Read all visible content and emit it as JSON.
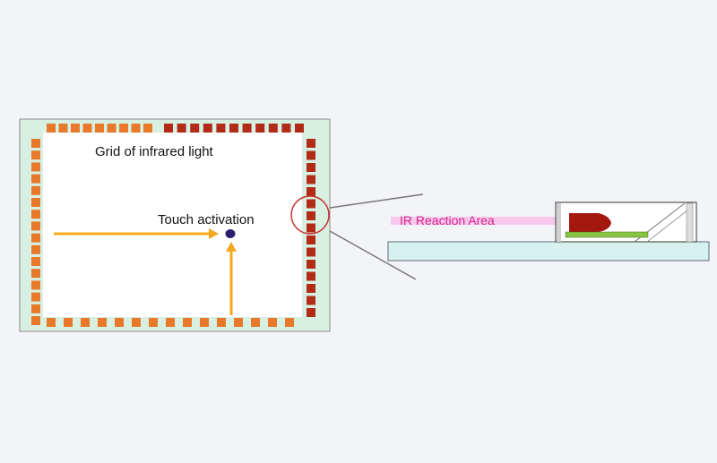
{
  "labels": {
    "grid": "Grid of infrared light",
    "touch": "Touch activation",
    "ir_area": "IR Reaction Area"
  },
  "colors": {
    "background": "#f3f4f8",
    "panel_frame": "#d8f0e2",
    "panel_inner": "#ffffff",
    "emitter": "#e8792a",
    "receiver": "#b22b17",
    "beam_arrow": "#f4a81d",
    "touch_point": "#2a1f6b",
    "callout_circle": "#c8302c",
    "ir_band": "#f6c8ec",
    "ir_text": "#d6268a",
    "glass": "#d7f1ef",
    "led": "#a5180f",
    "pcb": "#86c441"
  },
  "counts": {
    "top_emitters": 9,
    "top_receivers": 11,
    "left_emitters": 16,
    "right_receivers": 15,
    "bottom_emitters": 15
  }
}
